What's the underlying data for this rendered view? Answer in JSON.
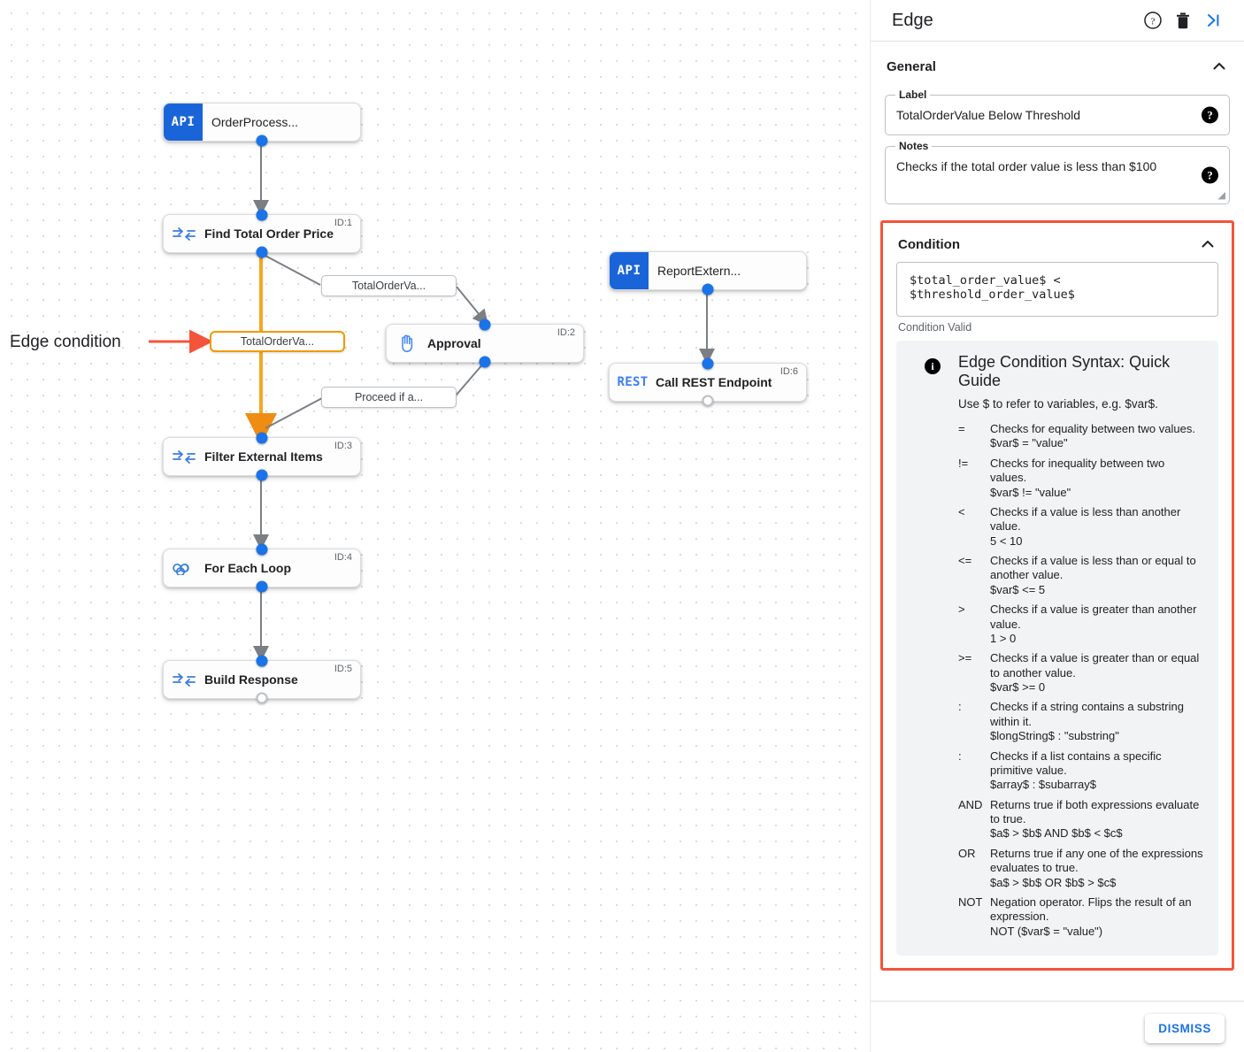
{
  "panel": {
    "title": "Edge",
    "header_icons": [
      "help-icon",
      "delete-icon",
      "collapse-panel-icon"
    ],
    "general": {
      "section_title": "General",
      "label_field": {
        "label": "Label",
        "value": "TotalOrderValue Below Threshold"
      },
      "notes_field": {
        "label": "Notes",
        "value": "Checks if the total order value is less than $100"
      }
    },
    "condition": {
      "section_title": "Condition",
      "expression": "$total_order_value$ < $threshold_order_value$",
      "status": "Condition Valid",
      "guide": {
        "title": "Edge Condition Syntax: Quick Guide",
        "subtitle": "Use $ to refer to variables, e.g. $var$.",
        "operators": [
          {
            "symbol": "=",
            "description": "Checks for equality between two values.",
            "example": "$var$ = \"value\""
          },
          {
            "symbol": "!=",
            "description": "Checks for inequality between two values.",
            "example": "$var$ != \"value\""
          },
          {
            "symbol": "<",
            "description": "Checks if a value is less than another value.",
            "example": "5 < 10"
          },
          {
            "symbol": "<=",
            "description": "Checks if a value is less than or equal to another value.",
            "example": "$var$ <= 5"
          },
          {
            "symbol": ">",
            "description": "Checks if a value is greater than another value.",
            "example": "1 > 0"
          },
          {
            "symbol": ">=",
            "description": "Checks if a value is greater than or equal to another value.",
            "example": "$var$ >= 0"
          },
          {
            "symbol": ":",
            "description": "Checks if a string contains a substring within it.",
            "example": "$longString$ : \"substring\""
          },
          {
            "symbol": ":",
            "description": "Checks if a list contains a specific primitive value.",
            "example": "$array$ : $subarray$"
          },
          {
            "symbol": "AND",
            "description": "Returns true if both expressions evaluate to true.",
            "example": "$a$ > $b$ AND $b$ < $c$"
          },
          {
            "symbol": "OR",
            "description": "Returns true if any one of the expressions evaluates to true.",
            "example": "$a$ > $b$ OR $b$ > $c$"
          },
          {
            "symbol": "NOT",
            "description": "Negation operator. Flips the result of an expression.",
            "example": "NOT ($var$ = \"value\")"
          }
        ]
      }
    },
    "dismiss_label": "DISMISS"
  },
  "canvas": {
    "annotation": {
      "text": "Edge condition"
    },
    "nodes": [
      {
        "title": "OrderProcess...",
        "badge": "API",
        "id": "",
        "icon": "api-badge-icon"
      },
      {
        "title": "Find Total Order Price",
        "badge": "",
        "id": "ID:1",
        "icon": "transform-icon"
      },
      {
        "title": "Approval",
        "badge": "",
        "id": "ID:2",
        "icon": "hand-icon"
      },
      {
        "title": "Filter External Items",
        "badge": "",
        "id": "ID:3",
        "icon": "transform-icon"
      },
      {
        "title": "For Each Loop",
        "badge": "",
        "id": "ID:4",
        "icon": "loop-icon"
      },
      {
        "title": "Build Response",
        "badge": "",
        "id": "ID:5",
        "icon": "transform-icon"
      },
      {
        "title": "ReportExtern...",
        "badge": "API",
        "id": "",
        "icon": "api-badge-icon"
      },
      {
        "title": "Call REST Endpoint",
        "badge": "REST",
        "id": "ID:6",
        "icon": "rest-label-icon"
      }
    ],
    "edge_labels": [
      {
        "text": "TotalOrderVa...",
        "selected": false
      },
      {
        "text": "TotalOrderVa...",
        "selected": true
      },
      {
        "text": "Proceed if a...",
        "selected": false
      }
    ]
  },
  "colors": {
    "accent_blue": "#1a73e8",
    "highlight_orange": "#f29900",
    "annotation_red": "#f4543c",
    "node_border": "#dadce0"
  }
}
